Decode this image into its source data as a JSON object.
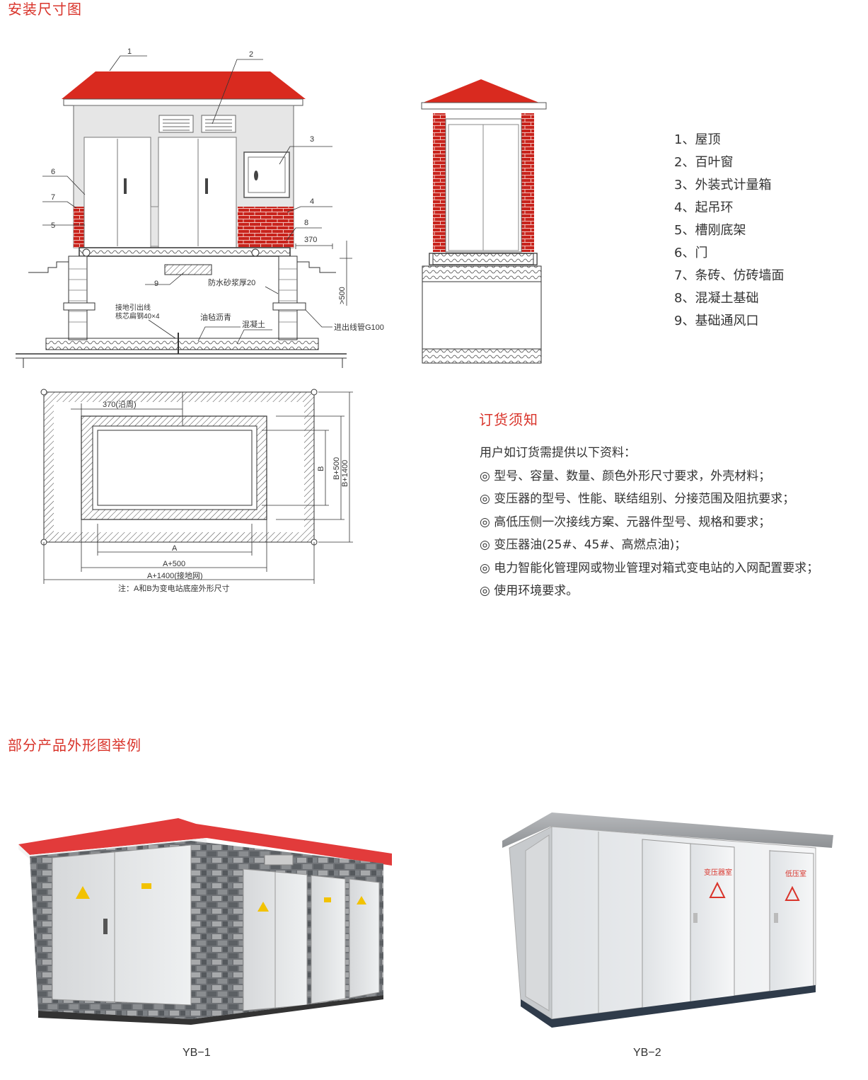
{
  "sections": {
    "install": "安装尺寸图",
    "order": "订货须知",
    "products": "部分产品外形图举例"
  },
  "front_view": {
    "callouts": [
      "1",
      "2",
      "3",
      "4",
      "5",
      "6",
      "7",
      "8",
      "9"
    ],
    "dim_370": "370",
    "waterproof": "防水砂浆厚20",
    "ground_lead_1": "接地引出线",
    "ground_lead_2": "核芯扁钢40×4",
    "asphalt": "油毡沥青",
    "concrete": "混凝土",
    "cable_pipe": "进出线管G100",
    "depth": ">500"
  },
  "plan_view": {
    "perimeter": "370(沿周)",
    "dim_a": "A",
    "dim_a500": "A+500",
    "dim_a1400": "A+1400(接地网)",
    "dim_b": "B",
    "dim_b500": "B+500",
    "dim_b1400": "B+1400",
    "note": "注：A和B为变电站底座外形尺寸"
  },
  "legend": [
    "1、屋顶",
    "2、百叶窗",
    "3、外装式计量箱",
    "4、起吊环",
    "5、槽刚底架",
    "6、门",
    "7、条砖、仿砖墙面",
    "8、混凝土基础",
    "9、基础通风口"
  ],
  "order_notes": {
    "intro": "用户如订货需提供以下资料：",
    "items": [
      "◎ 型号、容量、数量、颜色外形尺寸要求，外壳材料；",
      "◎ 变压器的型号、性能、联结组别、分接范围及阻抗要求；",
      "◎ 高低压侧一次接线方案、元器件型号、规格和要求；",
      "◎ 变压器油(25#、45#、高燃点油)；",
      "◎ 电力智能化管理网或物业管理对箱式变电站的入网配置要求；",
      "◎ 使用环境要求。"
    ]
  },
  "products": {
    "yb1": "YB−1",
    "yb2": "YB−2",
    "yb2_label_left": "变压器室",
    "yb2_label_right": "低压室"
  },
  "colors": {
    "accent": "#d9342b",
    "roof": "#d92a1f",
    "brick": "#c8231c"
  }
}
